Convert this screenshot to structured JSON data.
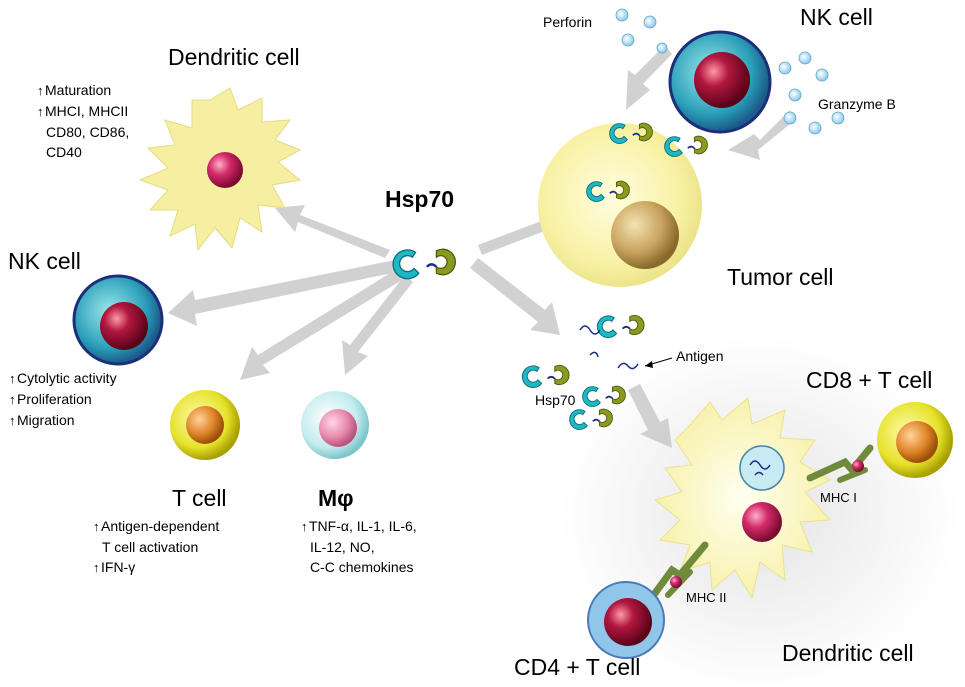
{
  "labels": {
    "hsp70_center": "Hsp70",
    "dendritic_top": "Dendritic cell",
    "nk_left": "NK cell",
    "t_cell": "T cell",
    "macrophage": "Mφ",
    "nk_top": "NK cell",
    "tumor": "Tumor cell",
    "perforin": "Perforin",
    "granzyme": "Granzyme B",
    "antigen": "Antigen",
    "hsp70_small": "Hsp70",
    "cd8": "CD8 +  T cell",
    "cd4": "CD4 +  T cell",
    "dendritic_bottom": "Dendritic cell",
    "mhc1": "MHC I",
    "mhc2": "MHC II"
  },
  "dendritic_effects": [
    {
      "text": "Maturation",
      "arrow": true
    },
    {
      "text": "MHCI, MHCII",
      "arrow": true
    },
    {
      "text": "CD80, CD86,",
      "arrow": false
    },
    {
      "text": "CD40",
      "arrow": false
    }
  ],
  "nk_effects": [
    {
      "text": "Cytolytic activity",
      "arrow": true
    },
    {
      "text": "Proliferation",
      "arrow": true
    },
    {
      "text": "Migration",
      "arrow": true
    }
  ],
  "tcell_effects": [
    {
      "text": "Antigen-dependent",
      "arrow": true
    },
    {
      "text": "T cell activation",
      "arrow": false
    },
    {
      "text": "IFN-γ",
      "arrow": true
    }
  ],
  "macrophage_effects": [
    {
      "text": "TNF-α, IL-1, IL-6,",
      "arrow": true
    },
    {
      "text": "IL-12, NO,",
      "arrow": false
    },
    {
      "text": "C-C chemokines",
      "arrow": false
    }
  ],
  "colors": {
    "arrow_gray": "#cfcfcf",
    "dendritic_body": "#f7f0a6",
    "nucleus_red": "#c8185a",
    "nk_blue": "#2f8fb3",
    "tcell_yellow": "#e0e020",
    "macrophage_cyan": "#cdeff0",
    "tumor_yellow": "#f6f0a8",
    "hsp70_teal": "#1fb7c4",
    "hsp70_olive": "#8a9a20",
    "cd4_blue": "#8fc6ea"
  }
}
